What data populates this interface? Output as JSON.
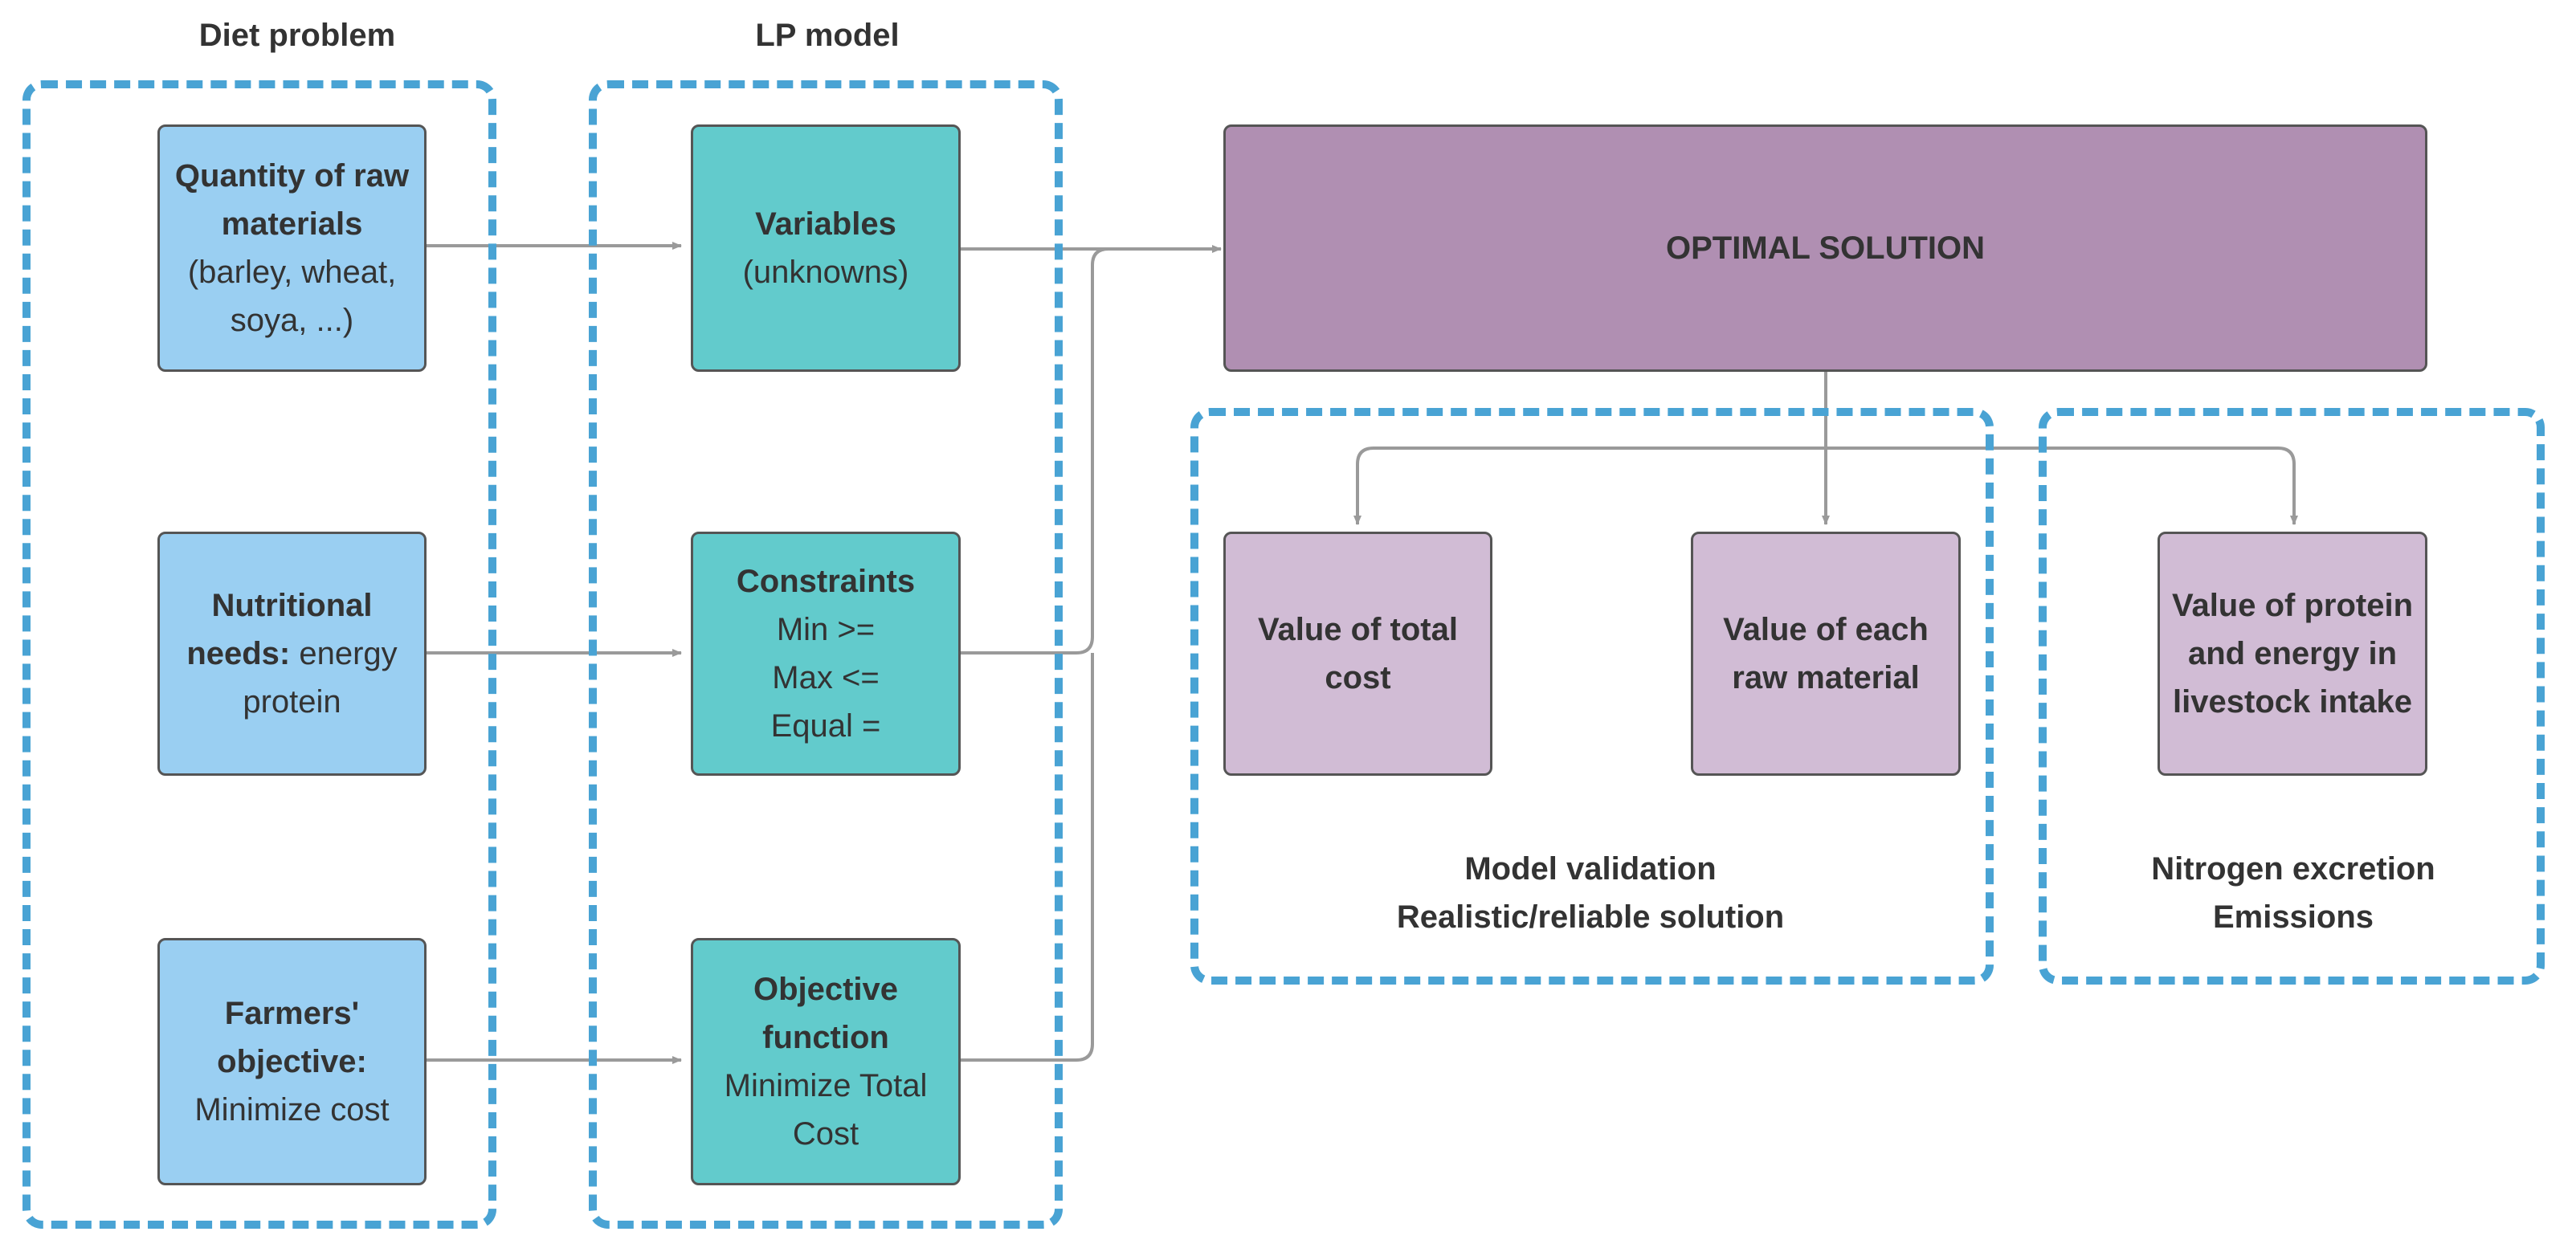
{
  "groups": {
    "diet_problem": {
      "title": "Diet problem"
    },
    "lp_model": {
      "title": "LP model"
    },
    "model_validation": {
      "caption_line1": "Model validation",
      "caption_line2": "Realistic/reliable solution"
    },
    "nitrogen": {
      "caption_line1": "Nitrogen excretion",
      "caption_line2": "Emissions"
    }
  },
  "diet": {
    "raw_materials": {
      "line1": "Quantity of raw",
      "line2": "materials",
      "line3": "(barley, wheat,",
      "line4": "soya, ...)"
    },
    "nutritional": {
      "line1": "Nutritional",
      "line2_bold": "needs:",
      "line2_rest": " energy",
      "line3": "protein"
    },
    "farmers": {
      "line1": "Farmers'",
      "line2": "objective:",
      "line3": "Minimize cost"
    }
  },
  "lp": {
    "variables": {
      "title": "Variables",
      "line2": "(unknowns)"
    },
    "constraints": {
      "title": "Constraints",
      "line2": "Min >=",
      "line3": "Max <=",
      "line4": "Equal ="
    },
    "objective": {
      "title1": "Objective",
      "title2": "function",
      "line3": "Minimize Total",
      "line4": "Cost"
    }
  },
  "solution": {
    "title": "OPTIMAL SOLUTION"
  },
  "results": {
    "total_cost": {
      "line1": "Value of total",
      "line2": "cost"
    },
    "each_raw": {
      "line1": "Value of each",
      "line2": "raw material"
    },
    "protein_energy": {
      "line1": "Value of protein",
      "line2": "and energy in",
      "line3": "livestock intake"
    }
  },
  "colors": {
    "dashed_border": "#49a3d4",
    "diet_box": "#9acff2",
    "lp_box": "#62cbcc",
    "solution_box": "#b08fb2",
    "result_box": "#d1bcd5",
    "connector": "#9a9a9a"
  }
}
